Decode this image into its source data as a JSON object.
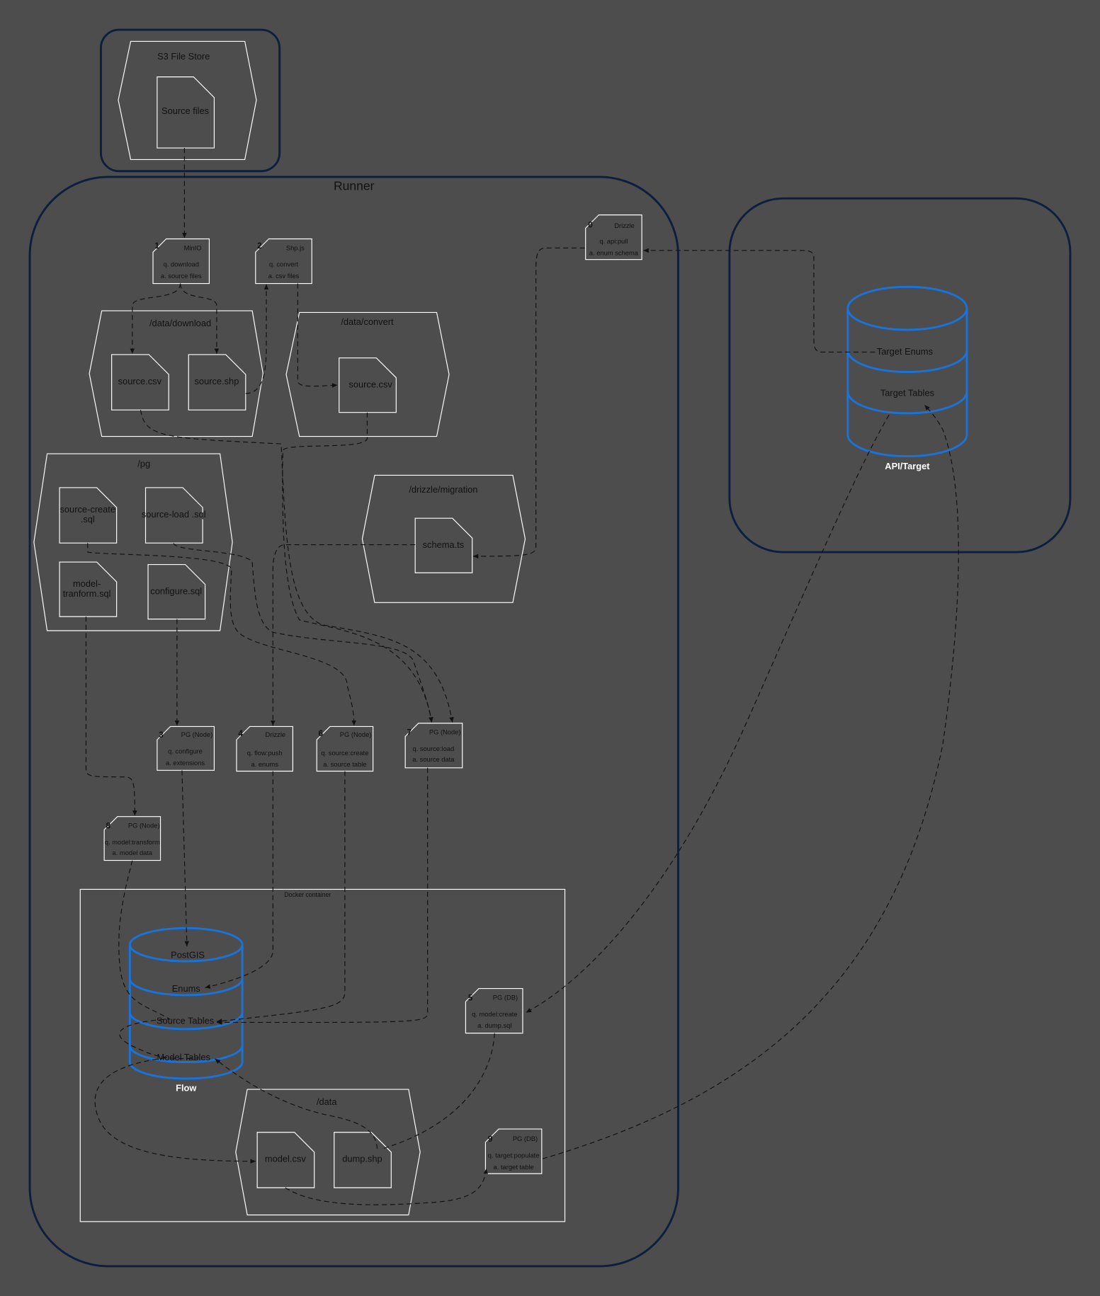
{
  "containers": {
    "s3": "S3 File Store",
    "runner": "Runner",
    "docker": "Docker container"
  },
  "folders": {
    "download": "/data/download",
    "convert": "/data/convert",
    "pg": "/pg",
    "drizzle_migration": "/drizzle/migration",
    "data": "/data"
  },
  "files": {
    "source_files": "Source files",
    "download_csv": "source.csv",
    "download_shp": "source.shp",
    "convert_csv": "source.csv",
    "source_create_sql": "source-create .sql",
    "source_load_sql": "source-load .sql",
    "model_transform_sql": "model- tranform.sql",
    "configure_sql": "configure.sql",
    "schema_ts": "schema.ts",
    "model_csv": "model.csv",
    "dump_shp": "dump.shp"
  },
  "steps": [
    {
      "num": "0",
      "tool": "Drizzle",
      "q": "q. api:pull",
      "a": "a. enum schema"
    },
    {
      "num": "1",
      "tool": "MinIO",
      "q": "q. download",
      "a": "a. source files"
    },
    {
      "num": "2",
      "tool": "Shp.js",
      "q": "q. convert",
      "a": "a. csv files"
    },
    {
      "num": "3",
      "tool": "PG (Node)",
      "q": "q. configure",
      "a": "a. extensions"
    },
    {
      "num": "4",
      "tool": "Drizzle",
      "q": "q. flow:push",
      "a": "a. enums"
    },
    {
      "num": "6",
      "tool": "PG (Node)",
      "q": "q. source:create",
      "a": "a. source table"
    },
    {
      "num": "7",
      "tool": "PG (Node)",
      "q": "q. source:load",
      "a": "a. source data"
    },
    {
      "num": "8",
      "tool": "PG (Node)",
      "q": "q. model:transform",
      "a": "a. model data"
    },
    {
      "num": "5",
      "tool": "PG (DB)",
      "q": "q. model:create",
      "a": "a. dump.sql"
    },
    {
      "num": "9",
      "tool": "PG (DB)",
      "q": "q. target:populate",
      "a": "a. target table"
    }
  ],
  "flow_db": {
    "sections": [
      "PostGIS",
      "Enums",
      "Source Tables",
      "Model Tables"
    ],
    "caption": "Flow"
  },
  "target_db": {
    "sections": [
      "Target Enums",
      "Target Tables"
    ],
    "caption": "API/Target"
  },
  "colors": {
    "background": "#4d4d4d",
    "container_border": "#0d1f3c",
    "shape_stroke": "#ffffff",
    "db_stroke": "#1a73d9",
    "arrow": "#111111"
  }
}
